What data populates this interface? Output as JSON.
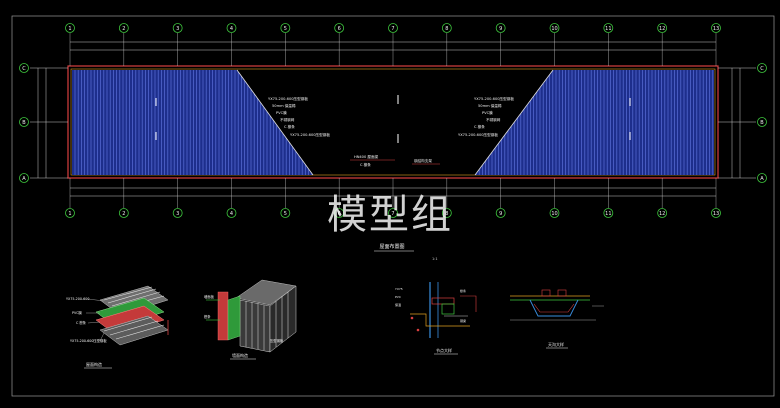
{
  "watermark": "模型组",
  "plan": {
    "title": "屋面布置图",
    "scale": "1:1",
    "top_axes": [
      "1",
      "2",
      "3",
      "4",
      "5",
      "6",
      "7",
      "8",
      "9",
      "10",
      "11",
      "12",
      "13"
    ],
    "side_axes_right": [
      "C",
      "B",
      "A"
    ],
    "side_axes_left": [
      "C",
      "B",
      "A"
    ],
    "callouts_left": [
      "YX75-200-600压型钢板",
      "50mm 保温棉",
      "PVC膜",
      "不锈钢网",
      "C 檩条",
      "YX75-200-600压型钢板"
    ],
    "callouts_right": [
      "YX75-200-600压型钢板",
      "50mm 保温棉",
      "PVC膜",
      "不锈钢网",
      "C 檩条",
      "YX75-200-600压型钢板"
    ],
    "center_notes": [
      "HN400 屋面梁",
      "C 檩条",
      "钢结构支架"
    ]
  },
  "details": {
    "d1_title": "屋面构造",
    "d1_labels": [
      "YX75-200-600",
      "PVC膜",
      "C 檩条",
      "YX75-200-600压型钢板"
    ],
    "d2_title": "墙面构造",
    "d2_labels": [
      "墙面板",
      "檩条",
      "压型钢板"
    ],
    "d3_title": "节点大样",
    "d3_labels": [
      "YX75",
      "PVC",
      "保温",
      "檩条",
      "钢梁"
    ],
    "d4_title": "天沟大样"
  },
  "colors": {
    "fill": "#1d2e8c",
    "rib": "#5a6fd8",
    "axis": "#d94040",
    "bubble": "#3ec83e",
    "dim": "#c9c9c9",
    "text": "#f0f0f0"
  }
}
